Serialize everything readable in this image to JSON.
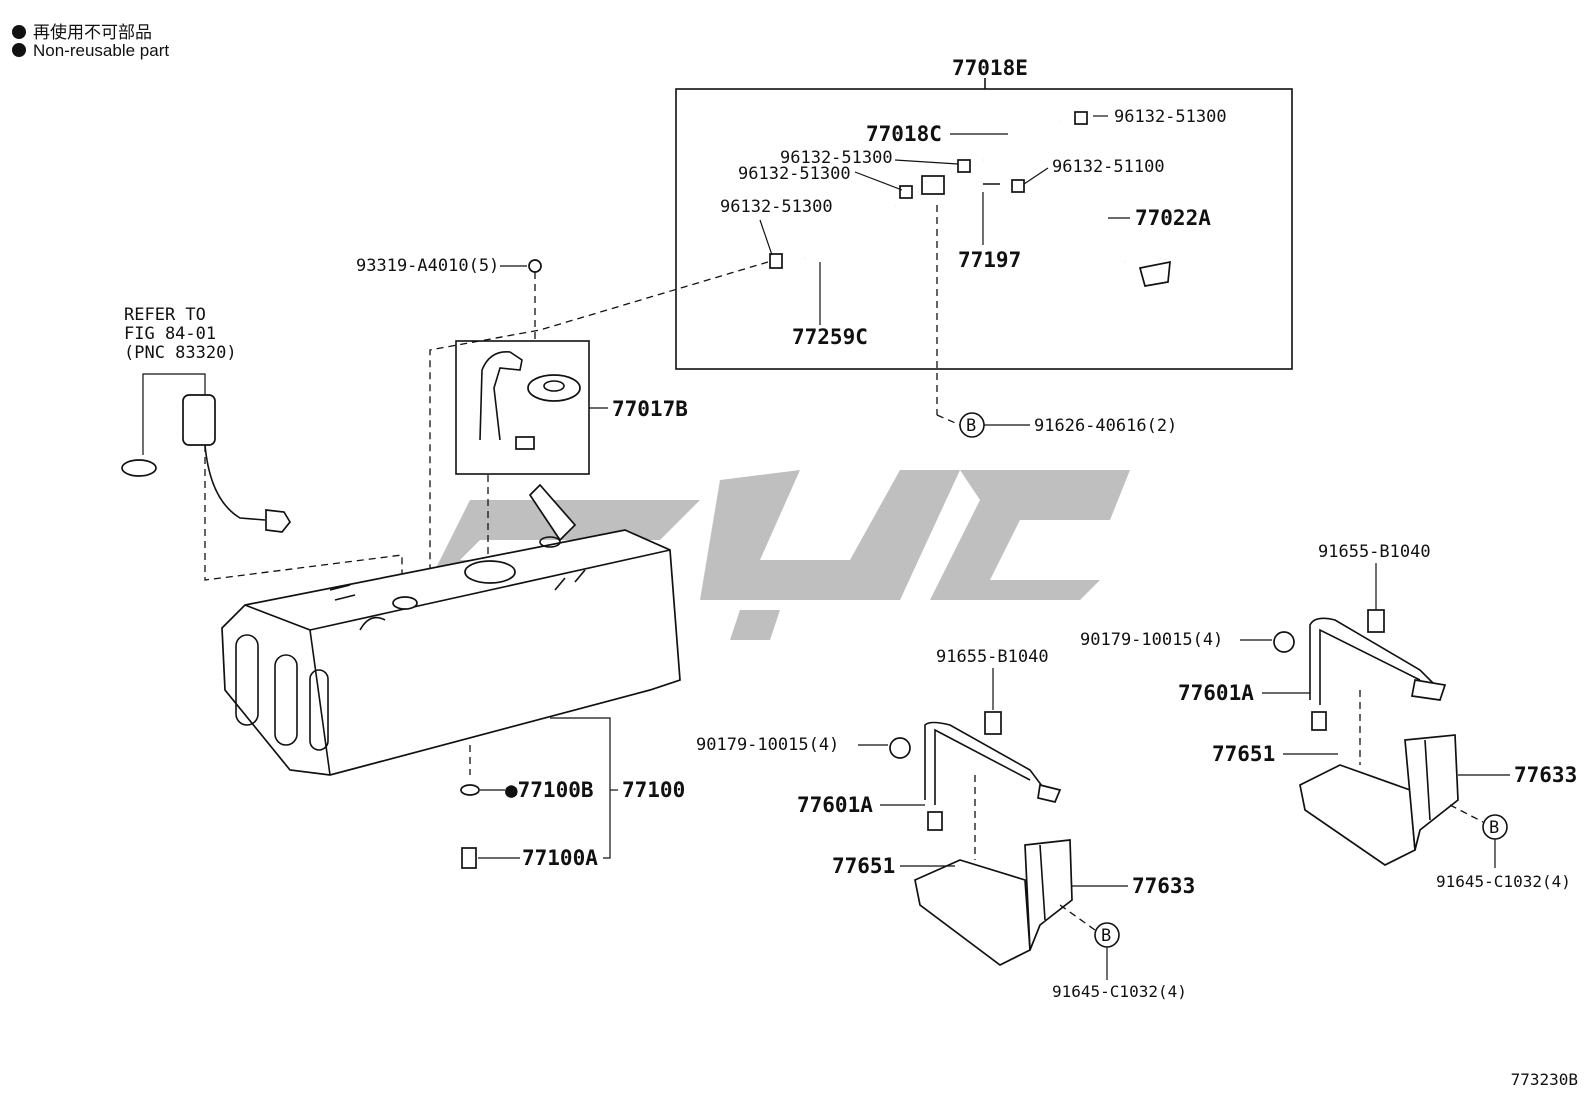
{
  "legend": {
    "line1": "再使用不可部品",
    "line2": "Non-reusable part"
  },
  "labels": {
    "p77018E": "77018E",
    "p77018C": "77018C",
    "p96132_51300_a": "96132-51300",
    "p96132_51300_b": "96132-51300",
    "p96132_51300_c": "96132-51300",
    "p96132_51300_d": "96132-51300",
    "p96132_51100": "96132-51100",
    "p77022A": "77022A",
    "p77197": "77197",
    "p77259C": "77259C",
    "p93319": "93319-A4010(5)",
    "refer1": "REFER TO",
    "refer2": "FIG 84-01",
    "refer3": "(PNC 83320)",
    "p77017B": "77017B",
    "p91626": "91626-40616(2)",
    "circleB": "B",
    "p77100B": "●77100B",
    "p77100": "77100",
    "p77100A": "77100A",
    "p91655_left": "91655-B1040",
    "p90179_left": "90179-10015(4)",
    "p77601A_left": "77601A",
    "p77651_left": "77651",
    "p77633_left": "77633",
    "p91645_left": "91645-C1032(4)",
    "p91655_right": "91655-B1040",
    "p90179_right": "90179-10015(4)",
    "p77601A_right": "77601A",
    "p77651_right": "77651",
    "p77633_right": "77633",
    "p91645_right": "91645-C1032(4)"
  },
  "footer": {
    "code": "773230B"
  }
}
